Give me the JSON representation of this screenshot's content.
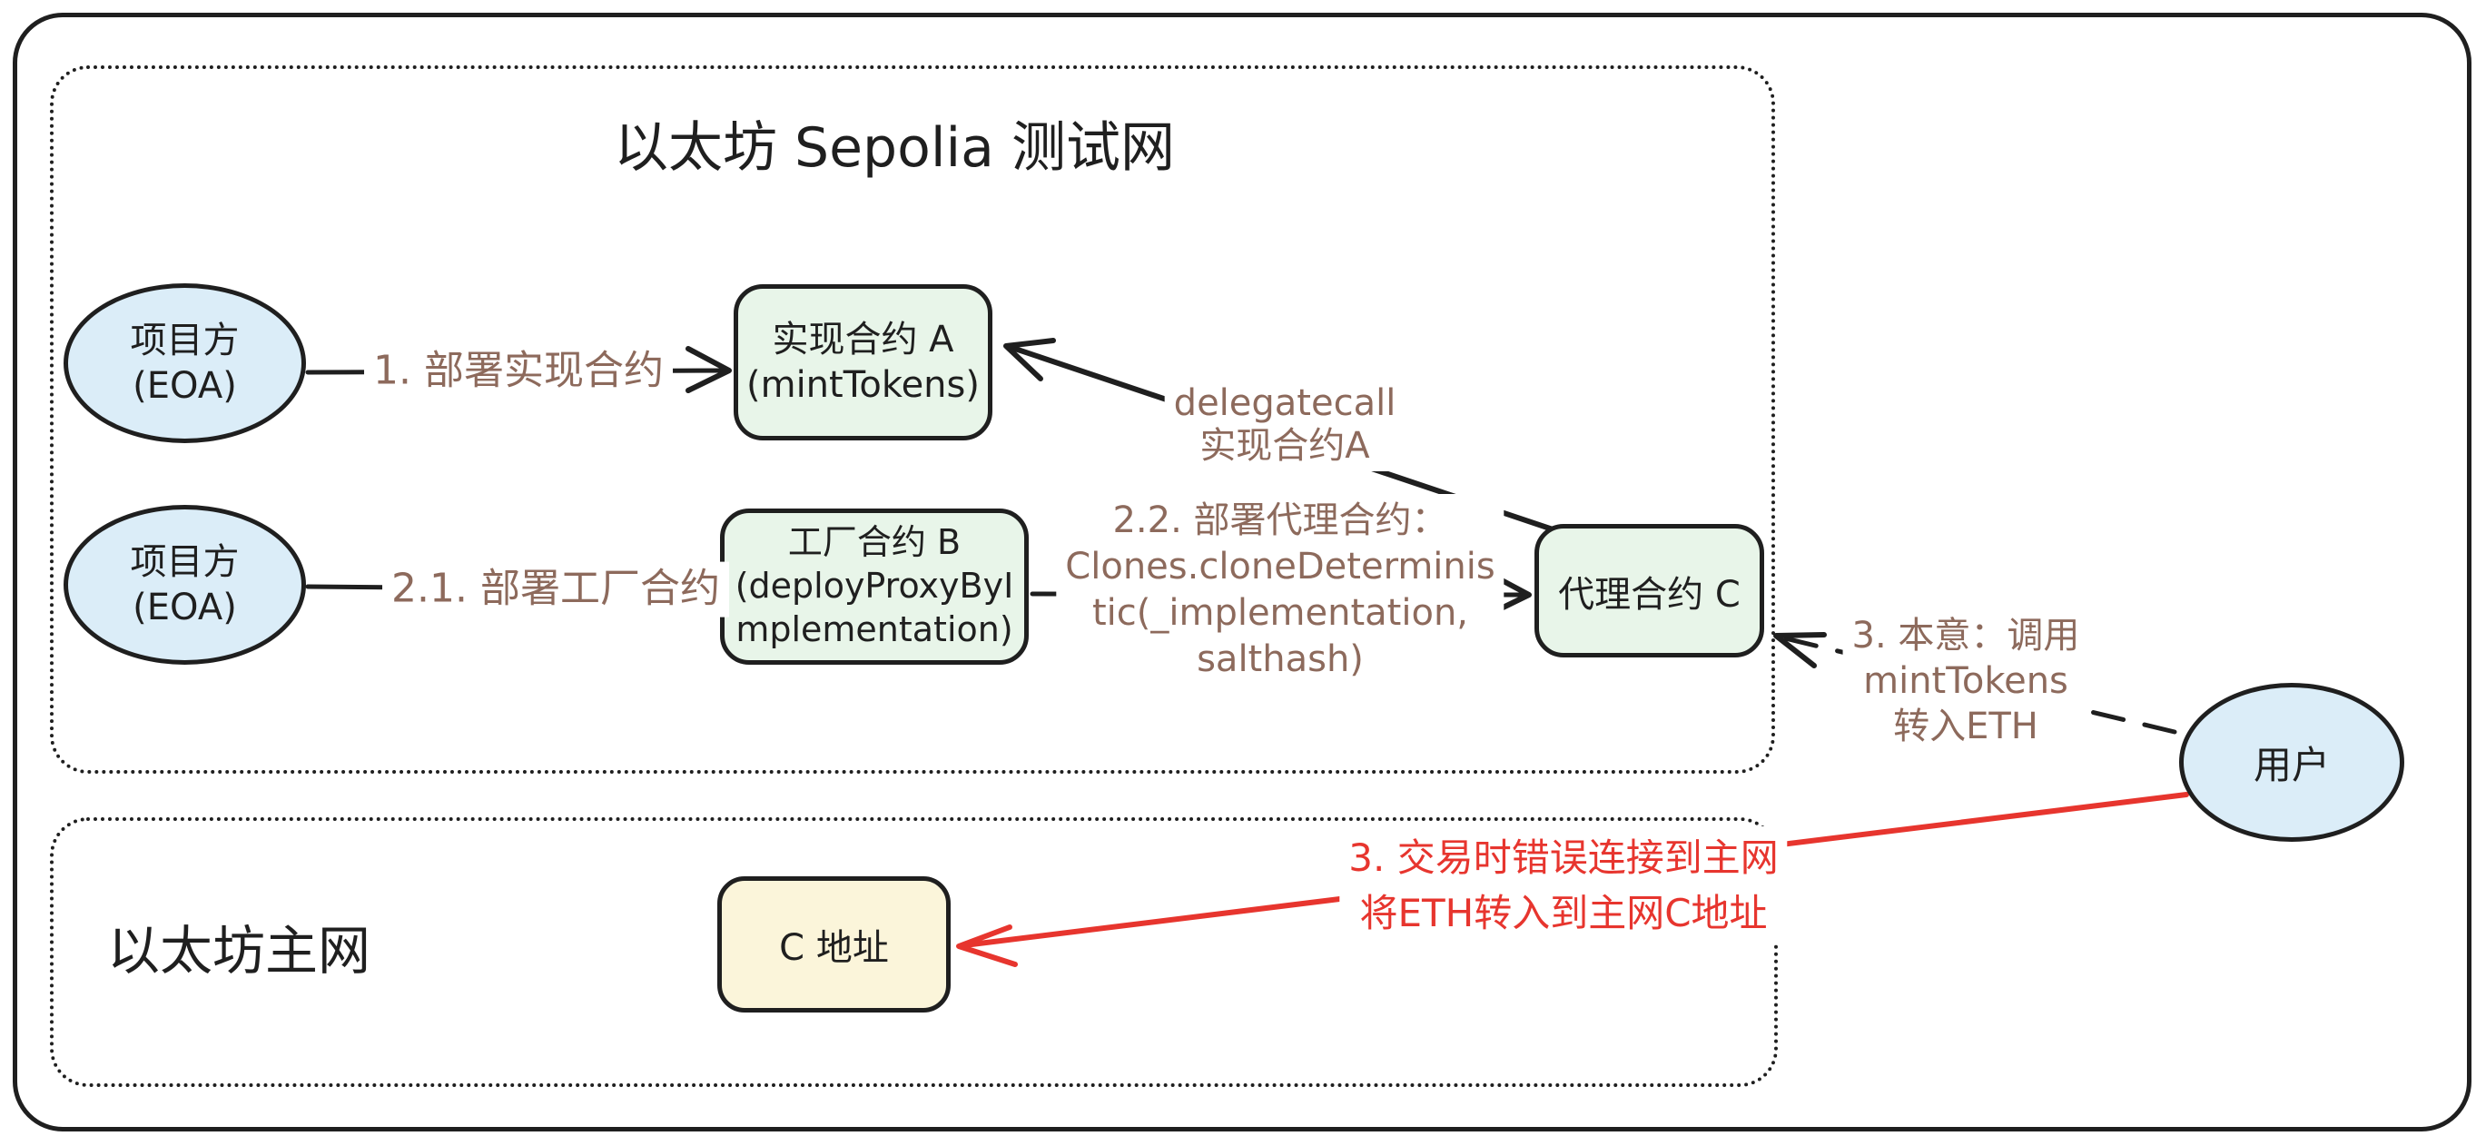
{
  "colors": {
    "outline": "#1f1f1f",
    "node_blue": "#dbedf8",
    "node_green": "#e8f5e9",
    "node_yellow": "#fbf5da",
    "label_brown": "#8d6a5c",
    "error_red": "#e7352e",
    "background": "#ffffff"
  },
  "sepolia": {
    "title": "以太坊 Sepolia 测试网"
  },
  "mainnet": {
    "label": "以太坊主网"
  },
  "nodes": {
    "eoa1": {
      "label": "项目方\n(EOA)"
    },
    "eoa2": {
      "label": "项目方\n(EOA)"
    },
    "implementation_a": {
      "label": "实现合约 A\n(mintTokens)"
    },
    "factory_b": {
      "label": "工厂合约 B\n(deployProxyByI\nmplementation)"
    },
    "proxy_c": {
      "label": "代理合约 C"
    },
    "user": {
      "label": "用户"
    },
    "c_address": {
      "label": "C 地址"
    }
  },
  "edges": {
    "deploy_implementation": {
      "label": "1. 部署实现合约"
    },
    "deploy_factory": {
      "label": "2.1. 部署工厂合约"
    },
    "deploy_proxy": {
      "label": "2.2. 部署代理合约：\nClones.cloneDeterminis\ntic(_implementation,\nsalthash)"
    },
    "delegatecall": {
      "label": "delegatecall\n实现合约A"
    },
    "user_intent": {
      "label": "3. 本意：调用\nmintTokens\n转入ETH"
    },
    "user_mistake": {
      "label": "3. 交易时错误连接到主网\n将ETH转入到主网C地址"
    }
  }
}
